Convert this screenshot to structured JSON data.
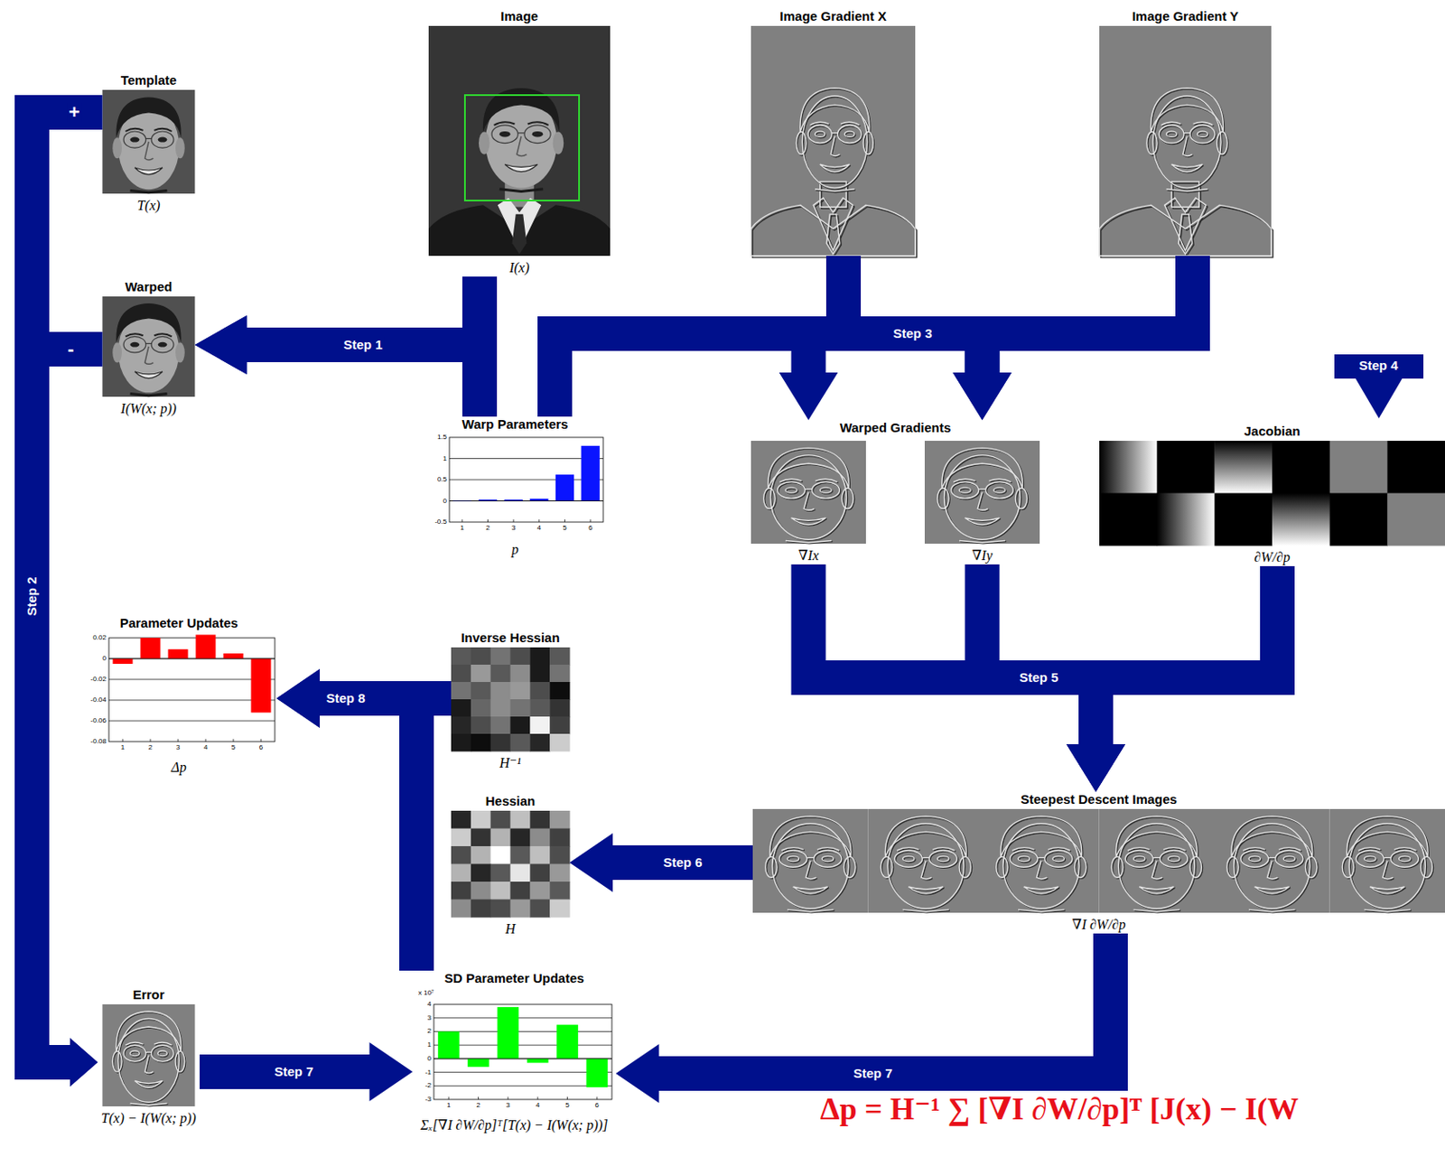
{
  "diagram": {
    "nodes": [
      {
        "text": [
          "Template",
          "T(x)"
        ]
      },
      {
        "text": [
          "Image",
          "I(x)"
        ]
      },
      {
        "text": [
          "Image Gradient X"
        ]
      },
      {
        "text": [
          "Image Gradient Y"
        ]
      },
      {
        "text": [
          "Warped",
          "I(W(x; p))"
        ]
      },
      {
        "text": [
          "Warp Parameters",
          "p"
        ]
      },
      {
        "text": [
          "Warped Gradients"
        ]
      },
      {
        "text": [
          "∇Ix"
        ],
        "in": 6
      },
      {
        "text": [
          "∇Iy"
        ],
        "in": 6
      },
      {
        "text": [
          "Jacobian",
          "∂W/∂p"
        ]
      },
      {
        "text": [
          "Parameter Updates",
          "Δp"
        ]
      },
      {
        "text": [
          "Inverse Hessian",
          "H⁻¹"
        ]
      },
      {
        "text": [
          "Hessian",
          "H"
        ]
      },
      {
        "text": [
          "Steepest Descent Images",
          "∇I ∂W/∂p"
        ]
      },
      {
        "text": [
          "Error",
          "T(x) − I(W(x; p))"
        ]
      },
      {
        "text": [
          "SD Parameter Updates",
          "Σₓ[∇I ∂W/∂p]ᵀ[T(x) − I(W(x; p))]"
        ]
      }
    ],
    "edges": [
      {
        "from": 0,
        "to": 14,
        "arrow": "to",
        "label": "Step 2"
      },
      {
        "from": 4,
        "to": 14,
        "arrow": "to"
      },
      {
        "from": 1,
        "to": 4,
        "arrow": "to",
        "label": "Step 1"
      },
      {
        "from": 5,
        "to": 4,
        "arrow": "to"
      },
      {
        "from": 2,
        "to": 6,
        "arrow": "to",
        "label": "Step 3"
      },
      {
        "from": 3,
        "to": 6,
        "arrow": "to"
      },
      {
        "from": 5,
        "to": 6,
        "arrow": "to"
      },
      {
        "from": 7,
        "to": 13,
        "arrow": "to",
        "label": "Step 5"
      },
      {
        "from": 8,
        "to": 13,
        "arrow": "to"
      },
      {
        "from": 9,
        "to": 13,
        "arrow": "to"
      },
      {
        "from": 13,
        "to": 12,
        "arrow": "to",
        "label": "Step 6"
      },
      {
        "from": 14,
        "to": 15,
        "arrow": "to",
        "label": "Step 7"
      },
      {
        "from": 13,
        "to": 15,
        "arrow": "to",
        "label": "Step 7"
      },
      {
        "from": 15,
        "to": 10,
        "arrow": "to",
        "label": "Step 8"
      },
      {
        "from": 11,
        "to": 10,
        "arrow": "to"
      }
    ],
    "labels": [
      "+",
      "-",
      "Step 4",
      "Δp = H⁻¹ ∑ [∇I ∂W/∂p]ᵀ [J(x) − I(W",
      "1.5",
      "1",
      "0.5",
      "0",
      "-0.5",
      "1",
      "2",
      "3",
      "4",
      "5",
      "6",
      "0.02",
      "0",
      "-0.02",
      "-0.04",
      "-0.06",
      "-0.08",
      "1",
      "2",
      "3",
      "4",
      "5",
      "6",
      "x 10⁷",
      "4",
      "3",
      "2",
      "1",
      "0",
      "-1",
      "-2",
      "-3",
      "1",
      "2",
      "3",
      "4",
      "5",
      "6"
    ]
  }
}
